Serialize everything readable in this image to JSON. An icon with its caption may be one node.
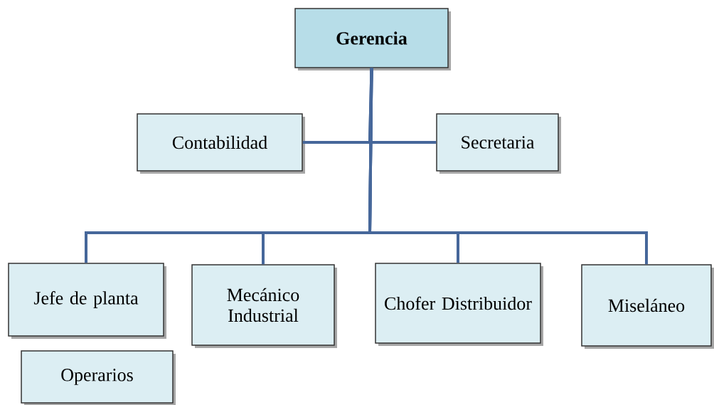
{
  "diagram": {
    "nodes": [
      {
        "text": [
          "Gerencia"
        ]
      },
      {
        "text": [
          "Contabilidad"
        ]
      },
      {
        "text": [
          "Secretaria"
        ]
      },
      {
        "text": [
          "Jefe de planta"
        ]
      },
      {
        "text": [
          "Mecánico Industrial"
        ]
      },
      {
        "text": [
          "Chofer Distribuidor"
        ]
      },
      {
        "text": [
          "Miseláneo"
        ]
      },
      {
        "text": [
          "Operarios"
        ]
      }
    ],
    "edges": [
      {
        "from": 0,
        "to": 1,
        "arrow": "none"
      },
      {
        "from": 0,
        "to": 2,
        "arrow": "none"
      },
      {
        "from": 0,
        "to": 3,
        "arrow": "none"
      },
      {
        "from": 0,
        "to": 4,
        "arrow": "none"
      },
      {
        "from": 0,
        "to": 5,
        "arrow": "none"
      },
      {
        "from": 0,
        "to": 6,
        "arrow": "none"
      }
    ]
  }
}
